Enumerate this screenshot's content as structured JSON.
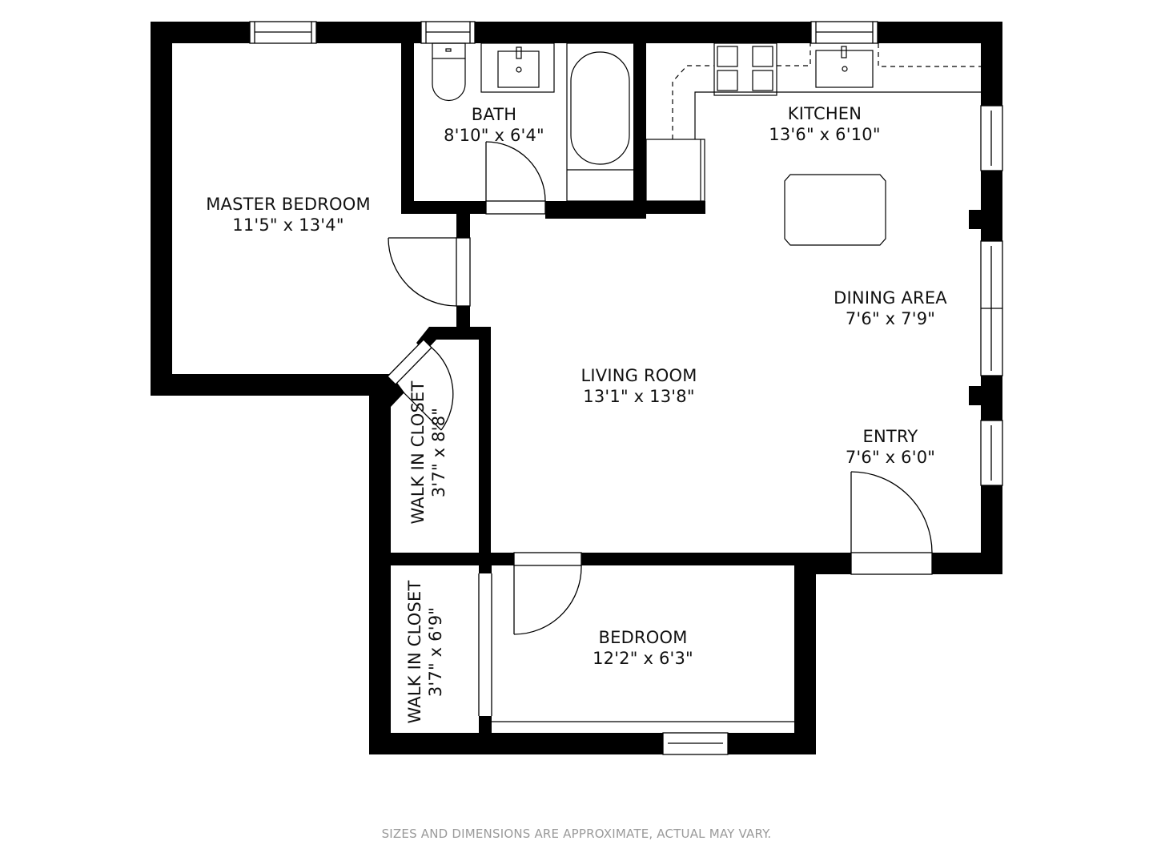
{
  "plan": {
    "rooms": [
      {
        "id": "master-bedroom",
        "name": "MASTER BEDROOM",
        "dim": "11'5\" x 13'4\""
      },
      {
        "id": "bath",
        "name": "BATH",
        "dim": "8'10\" x 6'4\""
      },
      {
        "id": "kitchen",
        "name": "KITCHEN",
        "dim": "13'6\" x 6'10\""
      },
      {
        "id": "dining-area",
        "name": "DINING AREA",
        "dim": "7'6\" x 7'9\""
      },
      {
        "id": "living-room",
        "name": "LIVING ROOM",
        "dim": "13'1\" x 13'8\""
      },
      {
        "id": "entry",
        "name": "ENTRY",
        "dim": "7'6\" x 6'0\""
      },
      {
        "id": "walk-in-closet-1",
        "name": "WALK IN CLOSET",
        "dim": "3'7\" x 8'8\""
      },
      {
        "id": "walk-in-closet-2",
        "name": "WALK IN CLOSET",
        "dim": "3'7\" x 6'9\""
      },
      {
        "id": "bedroom",
        "name": "BEDROOM",
        "dim": "12'2\" x 6'3\""
      }
    ],
    "disclaimer": "SIZES AND DIMENSIONS ARE APPROXIMATE, ACTUAL MAY VARY.",
    "colors": {
      "wall": "#000000",
      "background": "#ffffff",
      "disclaimer": "#9a9a9a"
    }
  }
}
